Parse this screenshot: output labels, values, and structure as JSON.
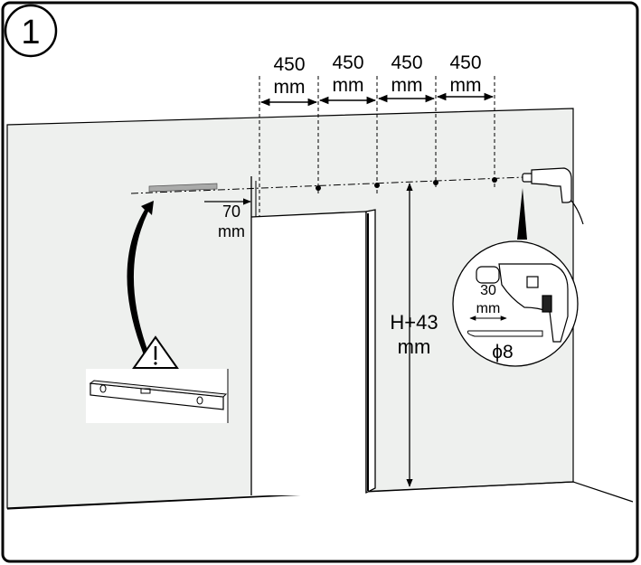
{
  "step": {
    "number": "1"
  },
  "spacing": [
    {
      "value": "450",
      "unit": "mm"
    },
    {
      "value": "450",
      "unit": "mm"
    },
    {
      "value": "450",
      "unit": "mm"
    },
    {
      "value": "450",
      "unit": "mm"
    }
  ],
  "offset": {
    "value": "70",
    "unit": "mm"
  },
  "height": {
    "value": "H+43",
    "unit": "mm"
  },
  "drill_detail": {
    "depth_value": "30",
    "depth_unit": "mm",
    "bit_diameter": "ϕ8"
  },
  "colors": {
    "wall": "#eef0ee",
    "outline": "#000000",
    "level": "#a9aaa9"
  }
}
